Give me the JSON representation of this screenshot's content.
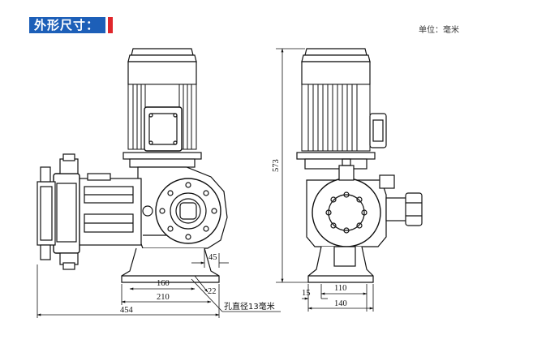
{
  "header": {
    "title": "外形尺寸：",
    "unit_label": "单位：毫米",
    "accent_color": "#1d5fb8",
    "marker_color": "#e0262b"
  },
  "dimensions": {
    "total_length": "454",
    "base_210": "210",
    "base_160": "160",
    "offset_45": "45",
    "offset_22": "22",
    "height": "573",
    "side_15": "15",
    "side_110": "110",
    "side_140": "140"
  },
  "notes": {
    "hole": "孔直径13毫米"
  },
  "views": [
    "front-view",
    "side-view"
  ]
}
